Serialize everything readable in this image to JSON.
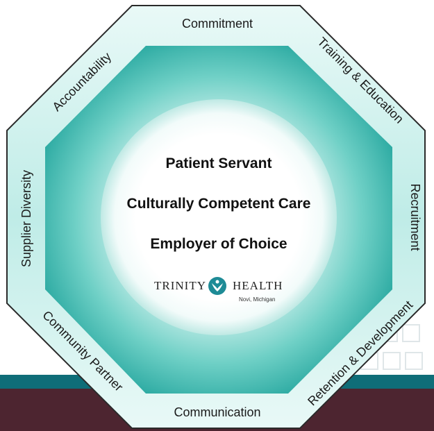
{
  "diagram": {
    "core_values": [
      "Patient Servant",
      "Culturally Competent Care",
      "Employer of Choice"
    ],
    "edges": [
      "Commitment",
      "Training & Education",
      "Recruitment",
      "Retention & Development",
      "Communication",
      "Community Partner",
      "Supplier Diversity",
      "Accountability"
    ]
  },
  "logo": {
    "name_left": "TRINITY",
    "name_right": "HEALTH",
    "location": "Novi, Michigan"
  },
  "colors": {
    "teal_light": "#d8f4f1",
    "teal_mid": "#5cc9bf",
    "teal_dark": "#1f9e97",
    "band_teal": "#0f6d78",
    "band_maroon": "#4d2530",
    "logo_mark": "#1e8b96"
  }
}
